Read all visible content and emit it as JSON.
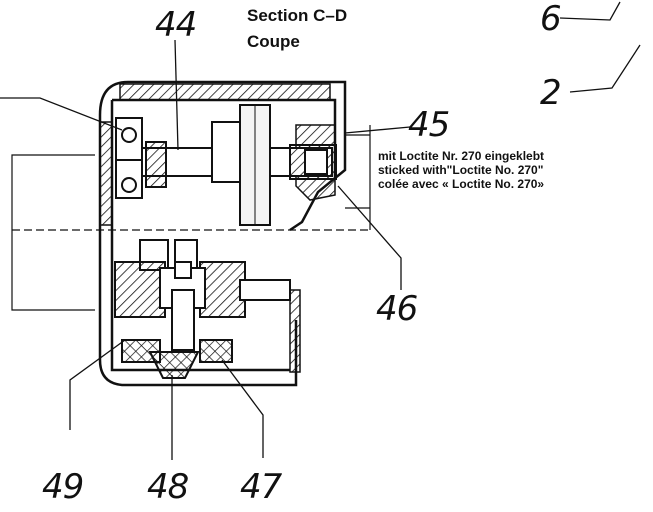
{
  "section": {
    "title": "Section C–D",
    "subtitle": "Coupe"
  },
  "callouts": {
    "c44": "44",
    "c6": "6",
    "c2": "2",
    "c45": "45",
    "c46": "46",
    "c49": "49",
    "c48": "48",
    "c47": "47"
  },
  "note": {
    "line_de": "mit Loctite Nr. 270 eingeklebt",
    "line_en": "sticked with\"Loctite No. 270\"",
    "line_fr": "colée avec « Loctite No. 270»"
  }
}
